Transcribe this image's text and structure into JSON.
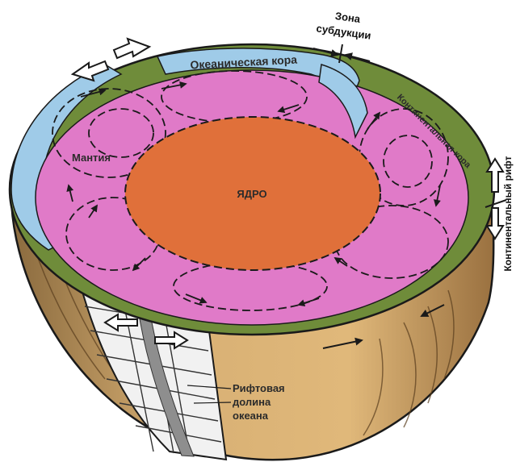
{
  "labels": {
    "subduction_zone_line1": "Зона",
    "subduction_zone_line2": "субдукции",
    "oceanic_crust": "Океаническая кора",
    "continental_crust": "Континентальная кора",
    "mantle": "Мантия",
    "core": "ЯДРО",
    "continental_rift": "Континентальный рифт",
    "rift_valley_line1": "Рифтовая",
    "rift_valley_line2": "долина",
    "rift_valley_line3": "океана"
  },
  "colors": {
    "core": "#e0703a",
    "mantle": "#e07ac8",
    "oceanic_crust": "#9fcbe8",
    "continental_crust": "#6f8c3a",
    "hemisphere_body": "#d9ae6c",
    "rift_band": "#f1f1f1",
    "outline": "#1a1a1a"
  },
  "icons": {
    "spreading_arrows": "double-arrow-icon",
    "convergence_arrows": "converging-arrows-icon",
    "rift_arrows": "vertical-double-arrow-icon"
  }
}
